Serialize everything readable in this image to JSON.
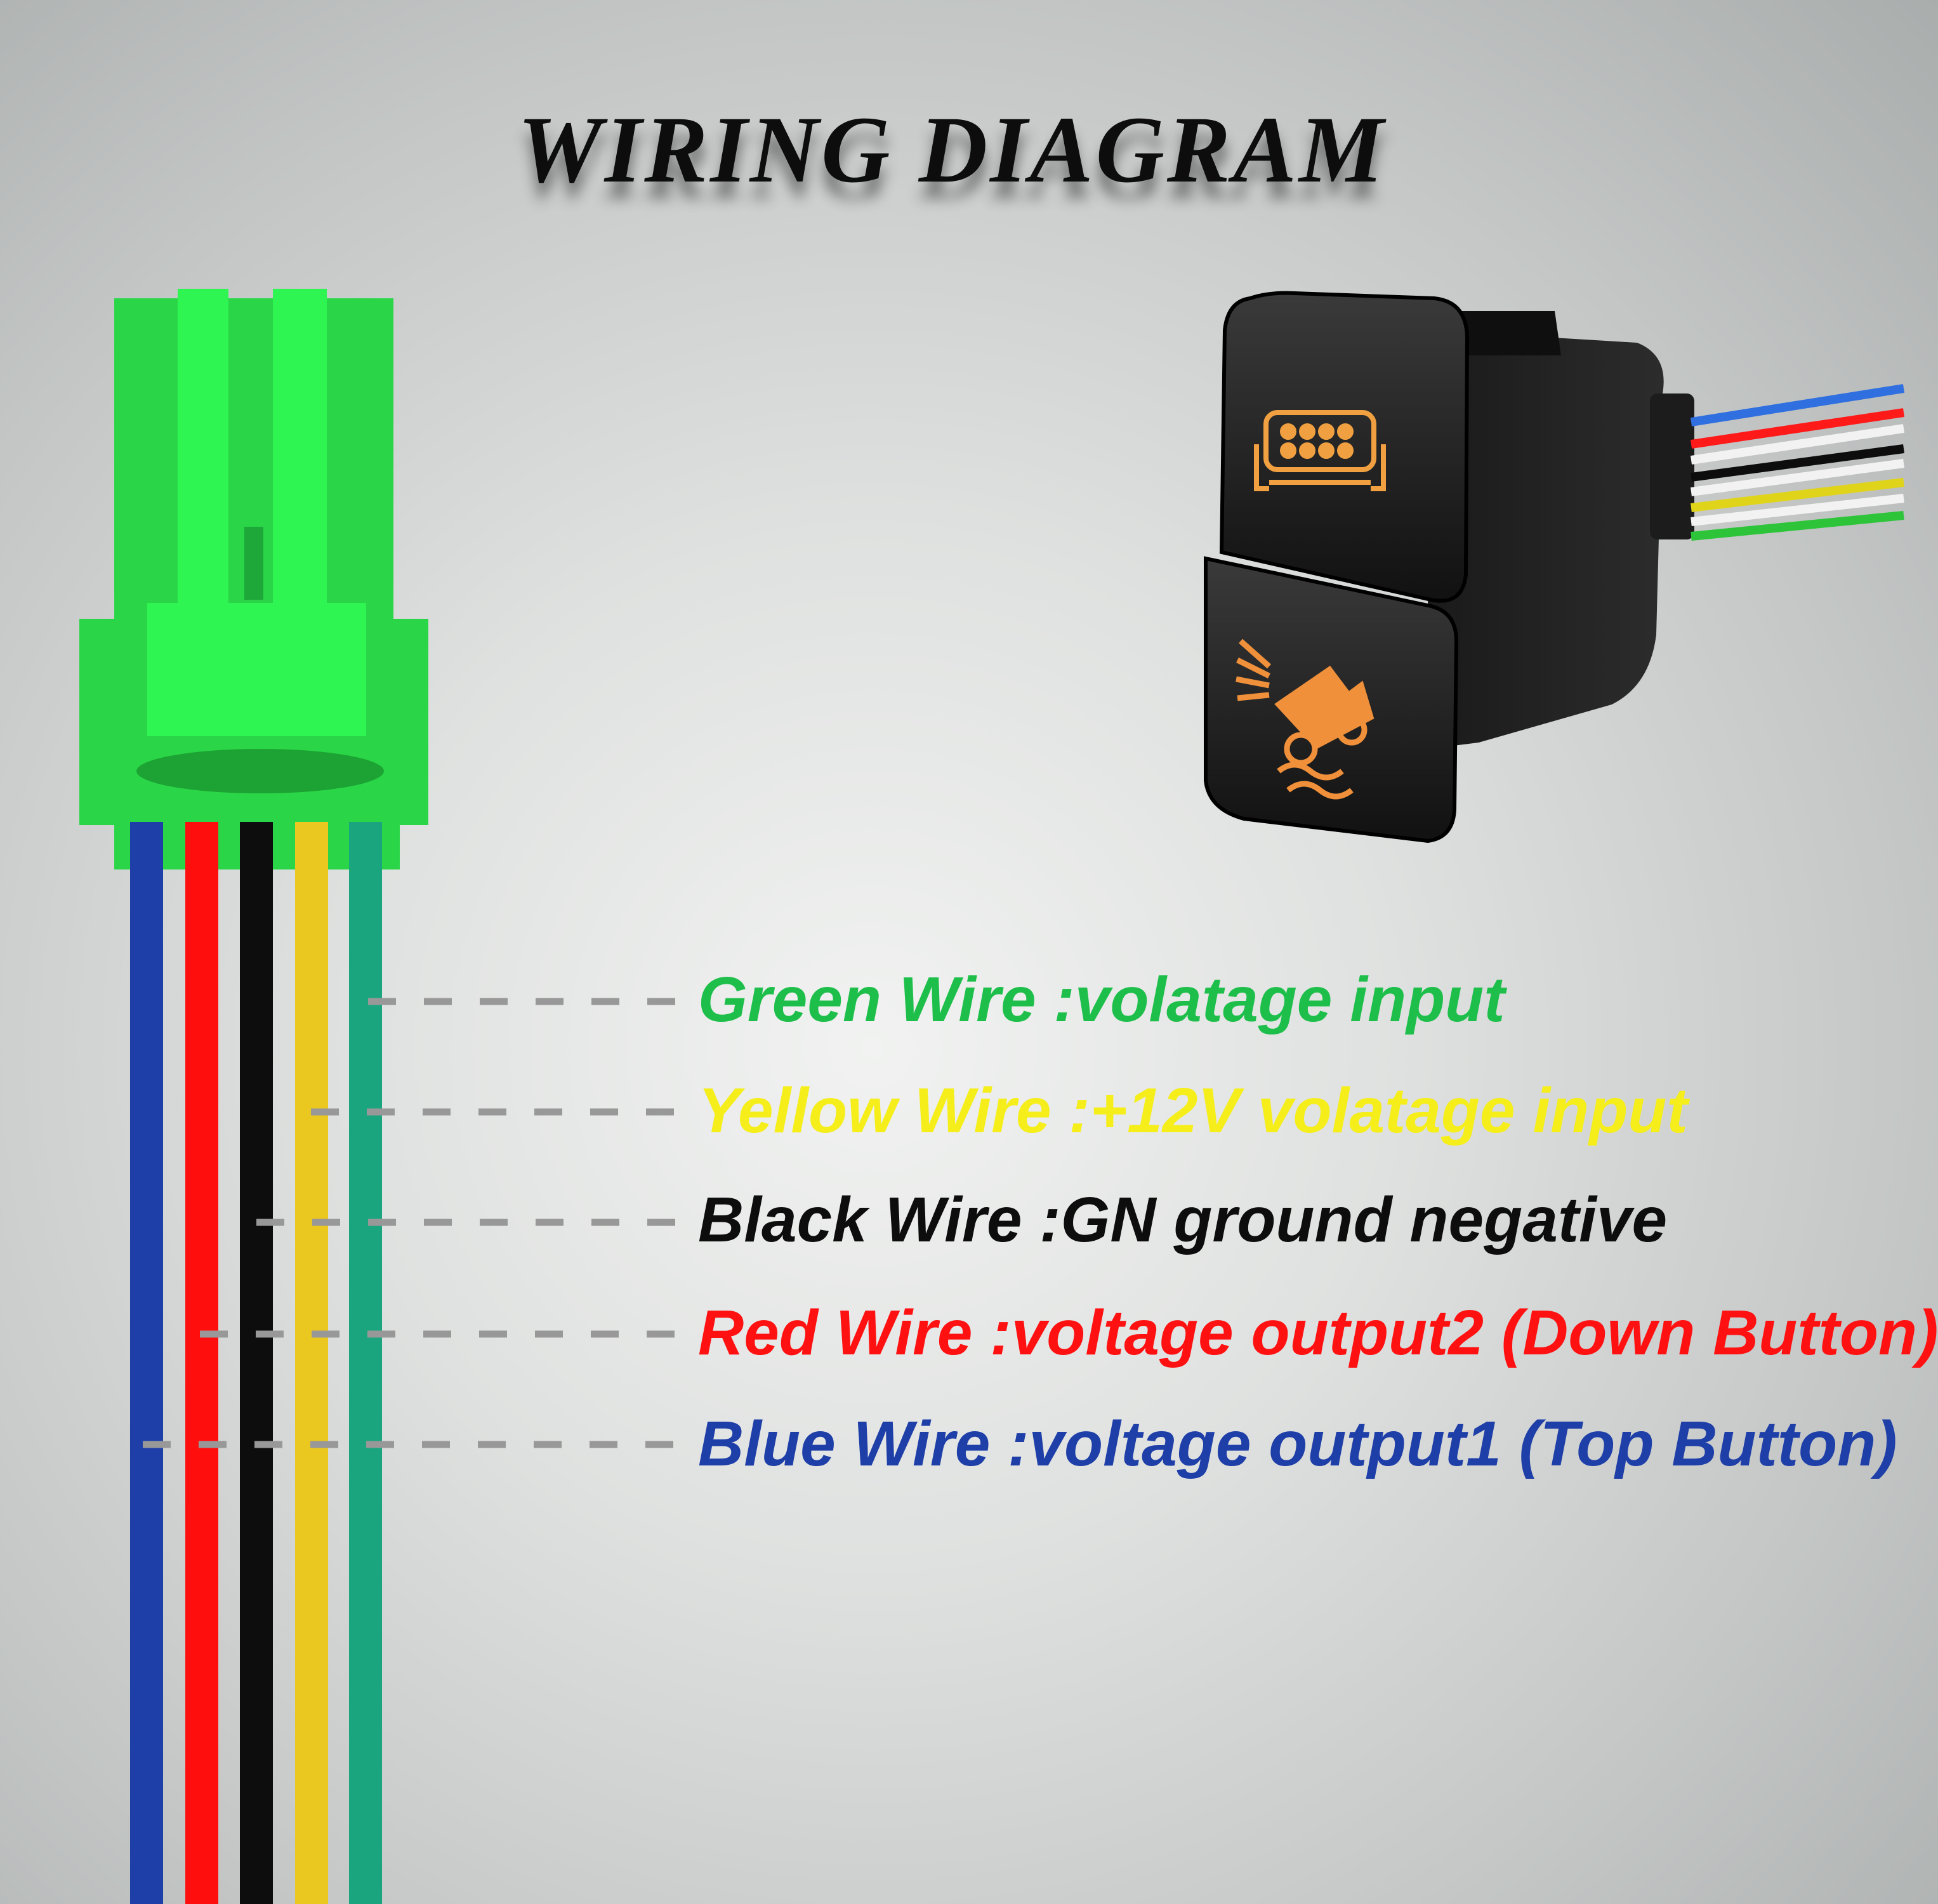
{
  "title": "WIRING DIAGRAM",
  "wires": [
    {
      "name": "green",
      "color": "#1dbf4a",
      "label": "Green Wire :volatage input"
    },
    {
      "name": "yellow",
      "color": "#f5ee1a",
      "label": "Yellow Wire :+12V volatage input"
    },
    {
      "name": "black",
      "color": "#0d0d0d",
      "label": "Black Wire :GN ground negative"
    },
    {
      "name": "red",
      "color": "#ff1111",
      "label": "Red Wire :voltage output2  (Down Button)"
    },
    {
      "name": "blue",
      "color": "#1e3ea8",
      "label": "Blue Wire :voltage output1   (Top Button)"
    }
  ],
  "connector_color": "#2de24a",
  "switch_icons": [
    "light-bar-icon",
    "offroad-vehicle-icon"
  ],
  "icon_color": "#f0a040"
}
